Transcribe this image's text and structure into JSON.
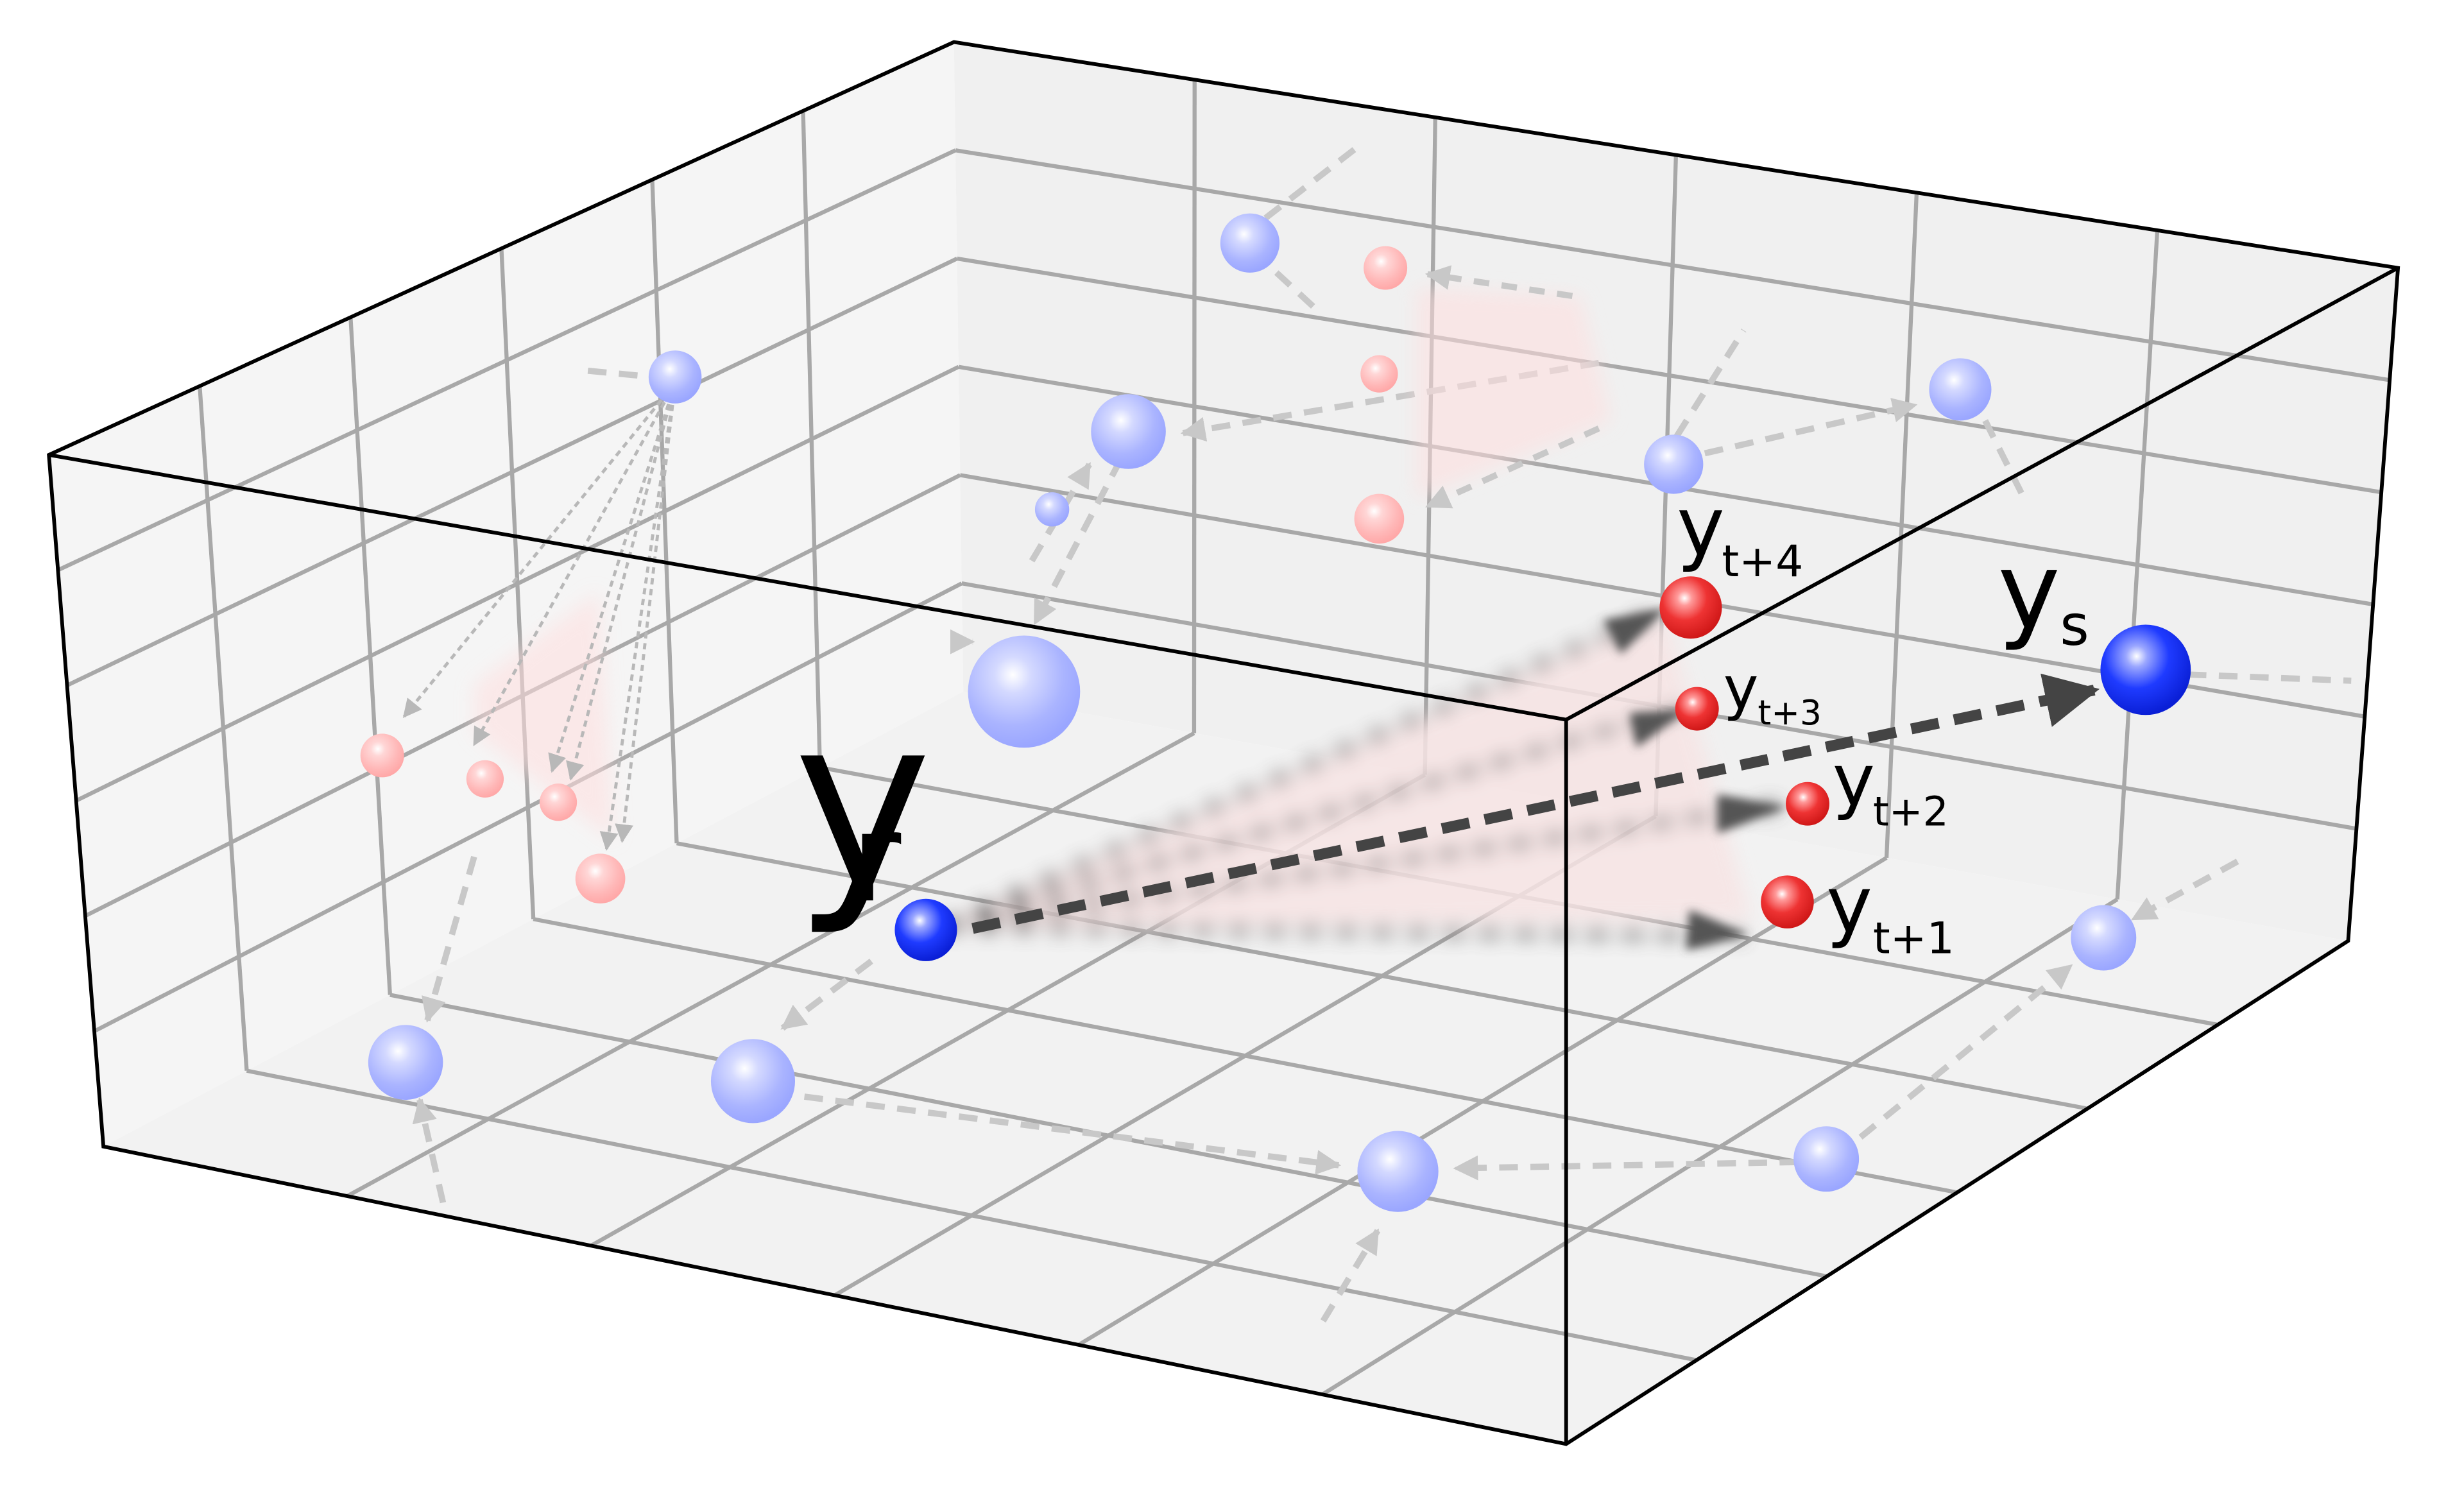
{
  "labels": {
    "y_r": {
      "base": "y",
      "sub": "r"
    },
    "y_s": {
      "base": "y",
      "sub": "s"
    },
    "y_t1": {
      "base": "y",
      "sub": "t+1"
    },
    "y_t2": {
      "base": "y",
      "sub": "t+2"
    },
    "y_t3": {
      "base": "y",
      "sub": "t+3"
    },
    "y_t4": {
      "base": "y",
      "sub": "t+4"
    }
  },
  "colors": {
    "blue_point": "#1f3bff",
    "red_point": "#ee3333",
    "faded_blue": "#aab4ff",
    "faded_red": "#ffb8b8",
    "arrow_dark": "#444444",
    "arrow_faded": "#c8c8c8",
    "grid": "#a8a8a8",
    "box_edge": "#000000"
  }
}
